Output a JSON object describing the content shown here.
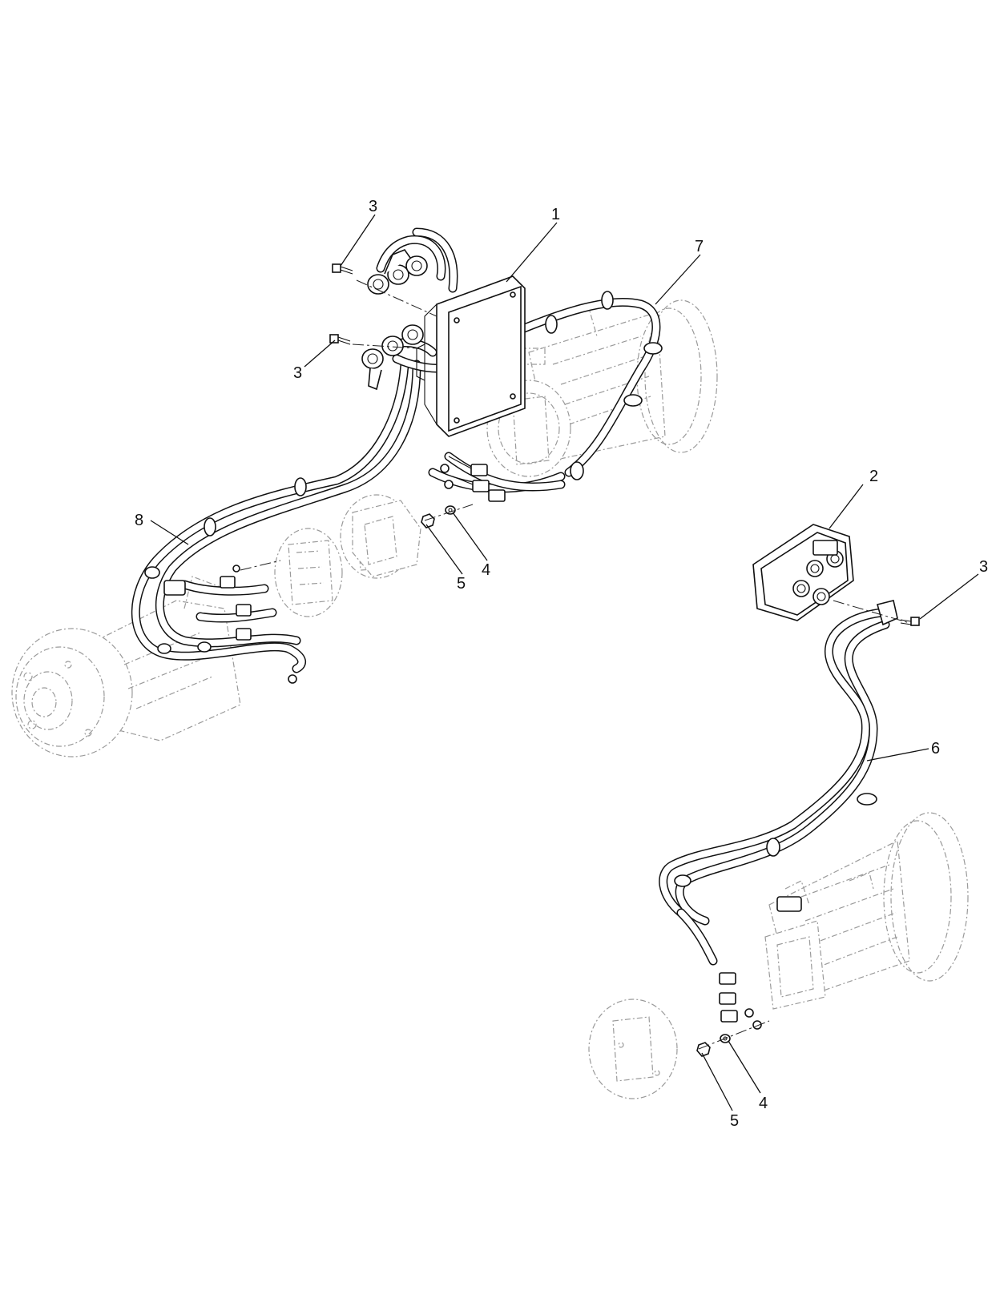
{
  "callouts": [
    {
      "id": "c1",
      "label": "1"
    },
    {
      "id": "c2",
      "label": "2"
    },
    {
      "id": "c3a",
      "label": "3"
    },
    {
      "id": "c3b",
      "label": "3"
    },
    {
      "id": "c3c",
      "label": "3"
    },
    {
      "id": "c4a",
      "label": "4"
    },
    {
      "id": "c4b",
      "label": "4"
    },
    {
      "id": "c5a",
      "label": "5"
    },
    {
      "id": "c5b",
      "label": "5"
    },
    {
      "id": "c6",
      "label": "6"
    },
    {
      "id": "c7",
      "label": "7"
    },
    {
      "id": "c8",
      "label": "8"
    }
  ]
}
